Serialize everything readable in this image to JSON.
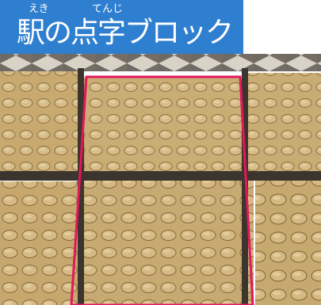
{
  "title": {
    "ruby_eki": "えき",
    "ruby_tenji": "てんじ",
    "main_text": "駅の点字ブロック"
  },
  "colors": {
    "banner": "#2f7fd0",
    "highlight_frame": "#e3175c",
    "tile": "#c9ab72",
    "tile_shadow": "#8c6f3f"
  }
}
